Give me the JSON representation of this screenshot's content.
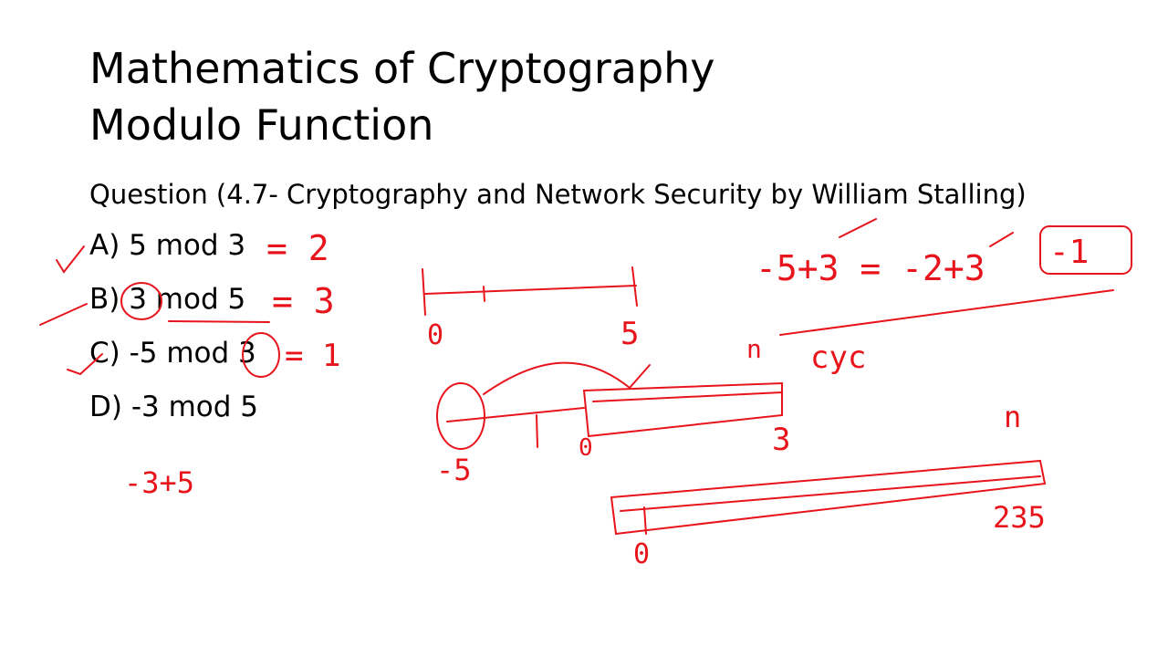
{
  "slide": {
    "title_line1": "Mathematics of Cryptography",
    "title_line2": "Modulo Function",
    "question": "Question (4.7- Cryptography and Network Security by William Stalling)",
    "options": [
      {
        "label": "A) 5 mod 3"
      },
      {
        "label": "B) 3 mod 5"
      },
      {
        "label": "C) -5 mod 3"
      },
      {
        "label": "D) -3 mod 5"
      }
    ]
  },
  "annotations": {
    "color": "#e8141c",
    "answer_a": "= 2",
    "answer_b": "= 3",
    "answer_c": "= 1",
    "work_d": "-3+5",
    "equation": "-5+3 = -2+3",
    "equation_result": "-1",
    "line1_start": "0",
    "line1_end": "5",
    "n_label_1": "n",
    "cyc": "cyc",
    "line2_neg": "-5",
    "line2_zero": "0",
    "line2_end": "3",
    "n_label_2": "n",
    "line3_end": "235",
    "line3_zero": "0"
  }
}
